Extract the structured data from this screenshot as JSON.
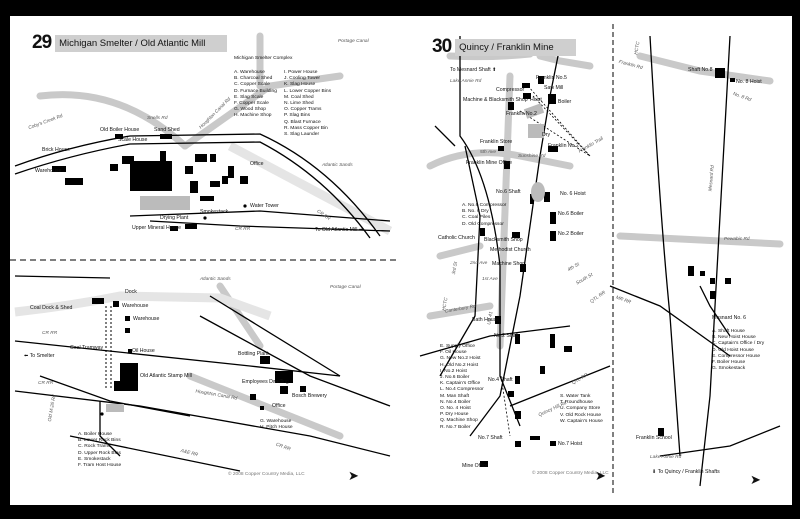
{
  "page29": {
    "number": "29",
    "title": "Michigan Smelter / Old Atlantic Mill",
    "complex_title": "Michigan Smelter Complex",
    "legend_col1": [
      "A. Warehouse",
      "B. Charcoal Shed",
      "C. Copper Scale",
      "D. Furnace Building",
      "E. Slag Scale",
      "F. Copper Scale",
      "G. Wood Shop",
      "H. Machine Shop"
    ],
    "legend_col2": [
      "I. Power House",
      "J. Cooling Tower",
      "K. Slag House",
      "L. Lower Copper Bins",
      "M. Coal Shed",
      "N. Lime Shed",
      "O. Copper Trams",
      "P. Slag Bins",
      "Q. Blast Furnace",
      "R. Mass Copper Bin",
      "S. Slag Launder"
    ],
    "labels": {
      "portage_canal_top": "Portage Canal",
      "colbys_creek": "Coby's Creek Rd",
      "houghton_canal": "Houghton Canal Rd",
      "snells": "Snells Rd",
      "old_boiler": "Old Boiler House",
      "sand_shed": "Sand Shed",
      "scale_house": "Scale House",
      "brick_house": "Brick House",
      "warehouse": "Warehouse",
      "office": "Office",
      "water_tower": "Water Tower",
      "smokestack": "Smokestack",
      "drying_plant": "Drying Plant",
      "upper_mineral": "Upper Mineral House",
      "atlantic_sands_top": "Atlantic Sands",
      "cr_rr_1": "CR RR",
      "cr_rr_2": "CR RR",
      "to_old_atlantic": "To Old Atlantic Mill",
      "atlantic_sands_bottom": "Atlantic Sands",
      "portage_canal_bottom": "Portage Canal",
      "dock": "Dock",
      "coal_dock": "Coal Dock & Shed",
      "warehouse_a": "Warehouse",
      "warehouse_b": "Warehouse",
      "cr_rr_3": "CR RR",
      "coal_tramway": "Coal Tramway",
      "to_smelter": "To Smelter",
      "cr_rr_4": "CR RR",
      "oil_house": "Oil House",
      "old_atlantic_stamp": "Old Atlantic Stamp Mill",
      "bottling_plant": "Bottling Plant",
      "employees_dwelling": "Employees Dwelling",
      "bosch_brewery": "Bosch Brewery",
      "office_b": "Office",
      "houghton_canal_b": "Houghton Canal Rd",
      "old_m26": "Old M-26 Rd",
      "ae_rr": "A&E RR",
      "cr_rr_5": "CR RR"
    },
    "legend_bottom_left": [
      "A. Boiler House",
      "B. Lower Rock Bins",
      "C. Rock Trams",
      "D. Upper Rock Bins",
      "E. Smokestack",
      "F. Tram Host House"
    ],
    "legend_bottom_right": [
      "G. Warehouse",
      "H. Pitch House"
    ],
    "copyright": "© 2008 Copper Country Media, LLC"
  },
  "page30": {
    "number": "30",
    "title": "Quincy / Franklin Mine",
    "labels": {
      "to_mesnard": "To Mesnard Shaft",
      "franklin5": "Franklin No.5",
      "lake_annie": "Lake Annie Rd",
      "compressor": "Compressor",
      "saw_mill": "Saw Mill",
      "hoist": "Hoist",
      "boiler": "Boiler",
      "machine_blacksmith": "Machine & Blacksmith Shop",
      "franklin2": "Franklin No.2",
      "dry": "Dry",
      "franklin_store": "Franklin Store",
      "franklin_no2b": "Franklin No.2",
      "franklin_mine_office": "Franklin Mine Office",
      "franklin_trail": "Franklin Trail",
      "sunshine": "Sunshine Rd",
      "fifth_ave": "5th Ave",
      "no6_shaft": "No.6 Shaft",
      "no6_hoist": "No. 6 Hoist",
      "no6_boiler": "No.6 Boiler",
      "a_no6_comp": "A. No.6 Compressor",
      "b_no6_dry": "B. No. 6 Dry",
      "c_coal_piles": "C. Coal Piles",
      "d_old_comp": "D. Old Compressor",
      "catholic_church": "Catholic Church",
      "blacksmith_shop": "Blacksmith Shop",
      "methodist_church": "Methodist Church",
      "machine_shop": "Machine Shop",
      "no2_boiler": "No.2 Boiler",
      "first_ave": "1st Ave",
      "third_st": "3rd St",
      "bath_house": "Bath House",
      "no2_shaft": "No.2 Shaft",
      "no4_shaft": "No.4 Shaft",
      "no7_shaft": "No.7 Shaft",
      "no7_hoist": "No.7 Hoist",
      "mine_office": "Mine Office",
      "us41": "US 41",
      "hctc": "HCTC",
      "quincy_hill": "Quincy Hill Rd",
      "canterbury": "Canterbury Rd",
      "second_ave": "2nd Ave",
      "fourth_st": "4th St",
      "south_st": "South St",
      "qtl_rr": "QTL RR",
      "qtl_rr_b": "QTL RR",
      "shaft_no8": "Shaft No.8",
      "no8_hoist": "No. 8 Hoist",
      "franklin_rd": "Franklin Rd",
      "no8_rd": "No. 8 Rd",
      "hctc_b": "HCTC",
      "rr_right": "MR RR",
      "pewabic": "Pewabic Rd",
      "mesnard_st": "Mesnard Rd",
      "franklin_school": "Franklin School",
      "to_quincy_franklin": "To Quincy / Franklin Shafts",
      "lake_annie_b": "Lake Annie Rd",
      "mesnard_no6": "Mesnard No. 6"
    },
    "legend_left": [
      "E. Supply Office",
      "F. Oil House",
      "G. New No.2 Hoist",
      "H. Old No.2 Hoist",
      "I. No.2 Hoist",
      "J. No.6 Boiler",
      "K. Captain's Office",
      "L. No.4 Compressor",
      "M. Man Shaft",
      "N. No.4 Boiler",
      "O. No. 4 Hoist",
      "P. Dry House",
      "Q. Machine Shop",
      "R. No.7 Boiler"
    ],
    "legend_right": [
      "S. Water Tank",
      "T. Roundhouse",
      "U. Company Store",
      "V. Old Rock House",
      "W. Captain's House"
    ],
    "mesnard_legend": [
      "A. Shaft House",
      "B. New Hoist House",
      "C. Captain's Office / Dry",
      "D. Old Hoist House",
      "E. Compressor House",
      "F. Boiler House",
      "G. Smokestack"
    ],
    "copyright": "© 2008 Copper Country Media, LLC"
  }
}
